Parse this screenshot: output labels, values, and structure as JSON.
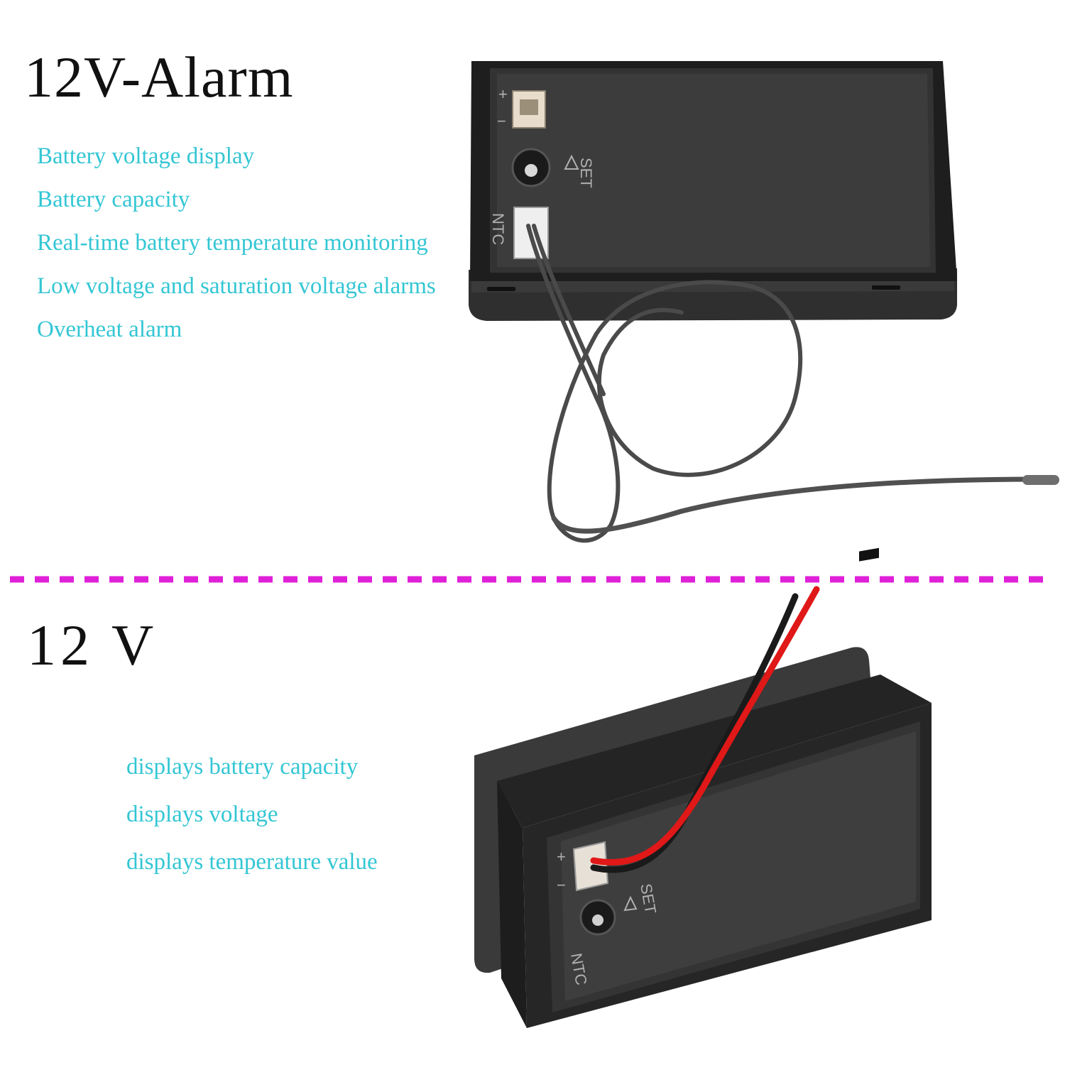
{
  "section_alarm": {
    "title": "12V-Alarm",
    "features": [
      "Battery voltage display",
      "Battery capacity",
      "Real-time battery temperature monitoring",
      "Low voltage and saturation voltage alarms",
      "Overheat alarm"
    ],
    "panel_labels": {
      "plus": "+",
      "minus": "−",
      "set": "SET",
      "ntc": "NTC"
    }
  },
  "section_basic": {
    "title": "12 V",
    "features": [
      "displays battery capacity",
      "displays voltage",
      "displays temperature value"
    ],
    "panel_labels": {
      "plus": "+",
      "minus": "−",
      "set": "SET",
      "ntc": "NTC"
    }
  },
  "colors": {
    "feature_text": "#33c6d4",
    "divider": "#e020d8",
    "red_wire": "#e01818",
    "case": "#2a2a2a"
  }
}
